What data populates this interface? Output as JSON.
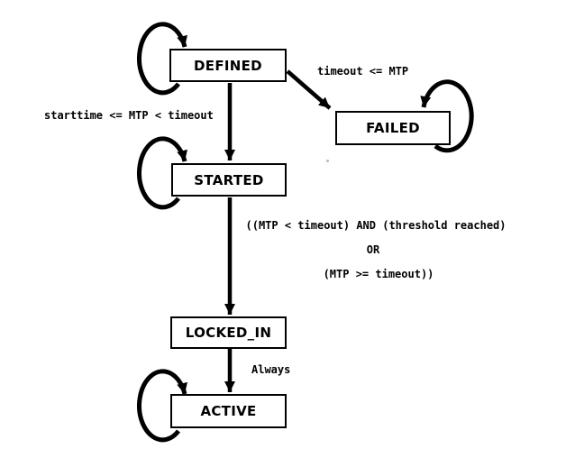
{
  "diagram": {
    "type": "state-machine",
    "background_color": "#ffffff",
    "stroke_color": "#000000",
    "box_fill": "#ffffff",
    "states": [
      {
        "label": "DEFINED",
        "self_loop": true
      },
      {
        "label": "FAILED",
        "self_loop": true
      },
      {
        "label": "STARTED",
        "self_loop": true
      },
      {
        "label": "LOCKED_IN",
        "self_loop": false
      },
      {
        "label": "ACTIVE",
        "self_loop": true
      }
    ],
    "transitions": [
      {
        "from": "DEFINED",
        "to": "FAILED",
        "label": "timeout <= MTP"
      },
      {
        "from": "DEFINED",
        "to": "STARTED",
        "label": "starttime <= MTP < timeout"
      },
      {
        "from": "STARTED",
        "to": "LOCKED_IN",
        "label_lines": [
          "((MTP < timeout) AND (threshold reached)",
          "OR",
          "(MTP >= timeout))"
        ]
      },
      {
        "from": "LOCKED_IN",
        "to": "ACTIVE",
        "label": "Always"
      },
      {
        "from": "DEFINED",
        "to": "DEFINED",
        "label": ""
      },
      {
        "from": "FAILED",
        "to": "FAILED",
        "label": ""
      },
      {
        "from": "STARTED",
        "to": "STARTED",
        "label": ""
      },
      {
        "from": "ACTIVE",
        "to": "ACTIVE",
        "label": ""
      }
    ]
  }
}
